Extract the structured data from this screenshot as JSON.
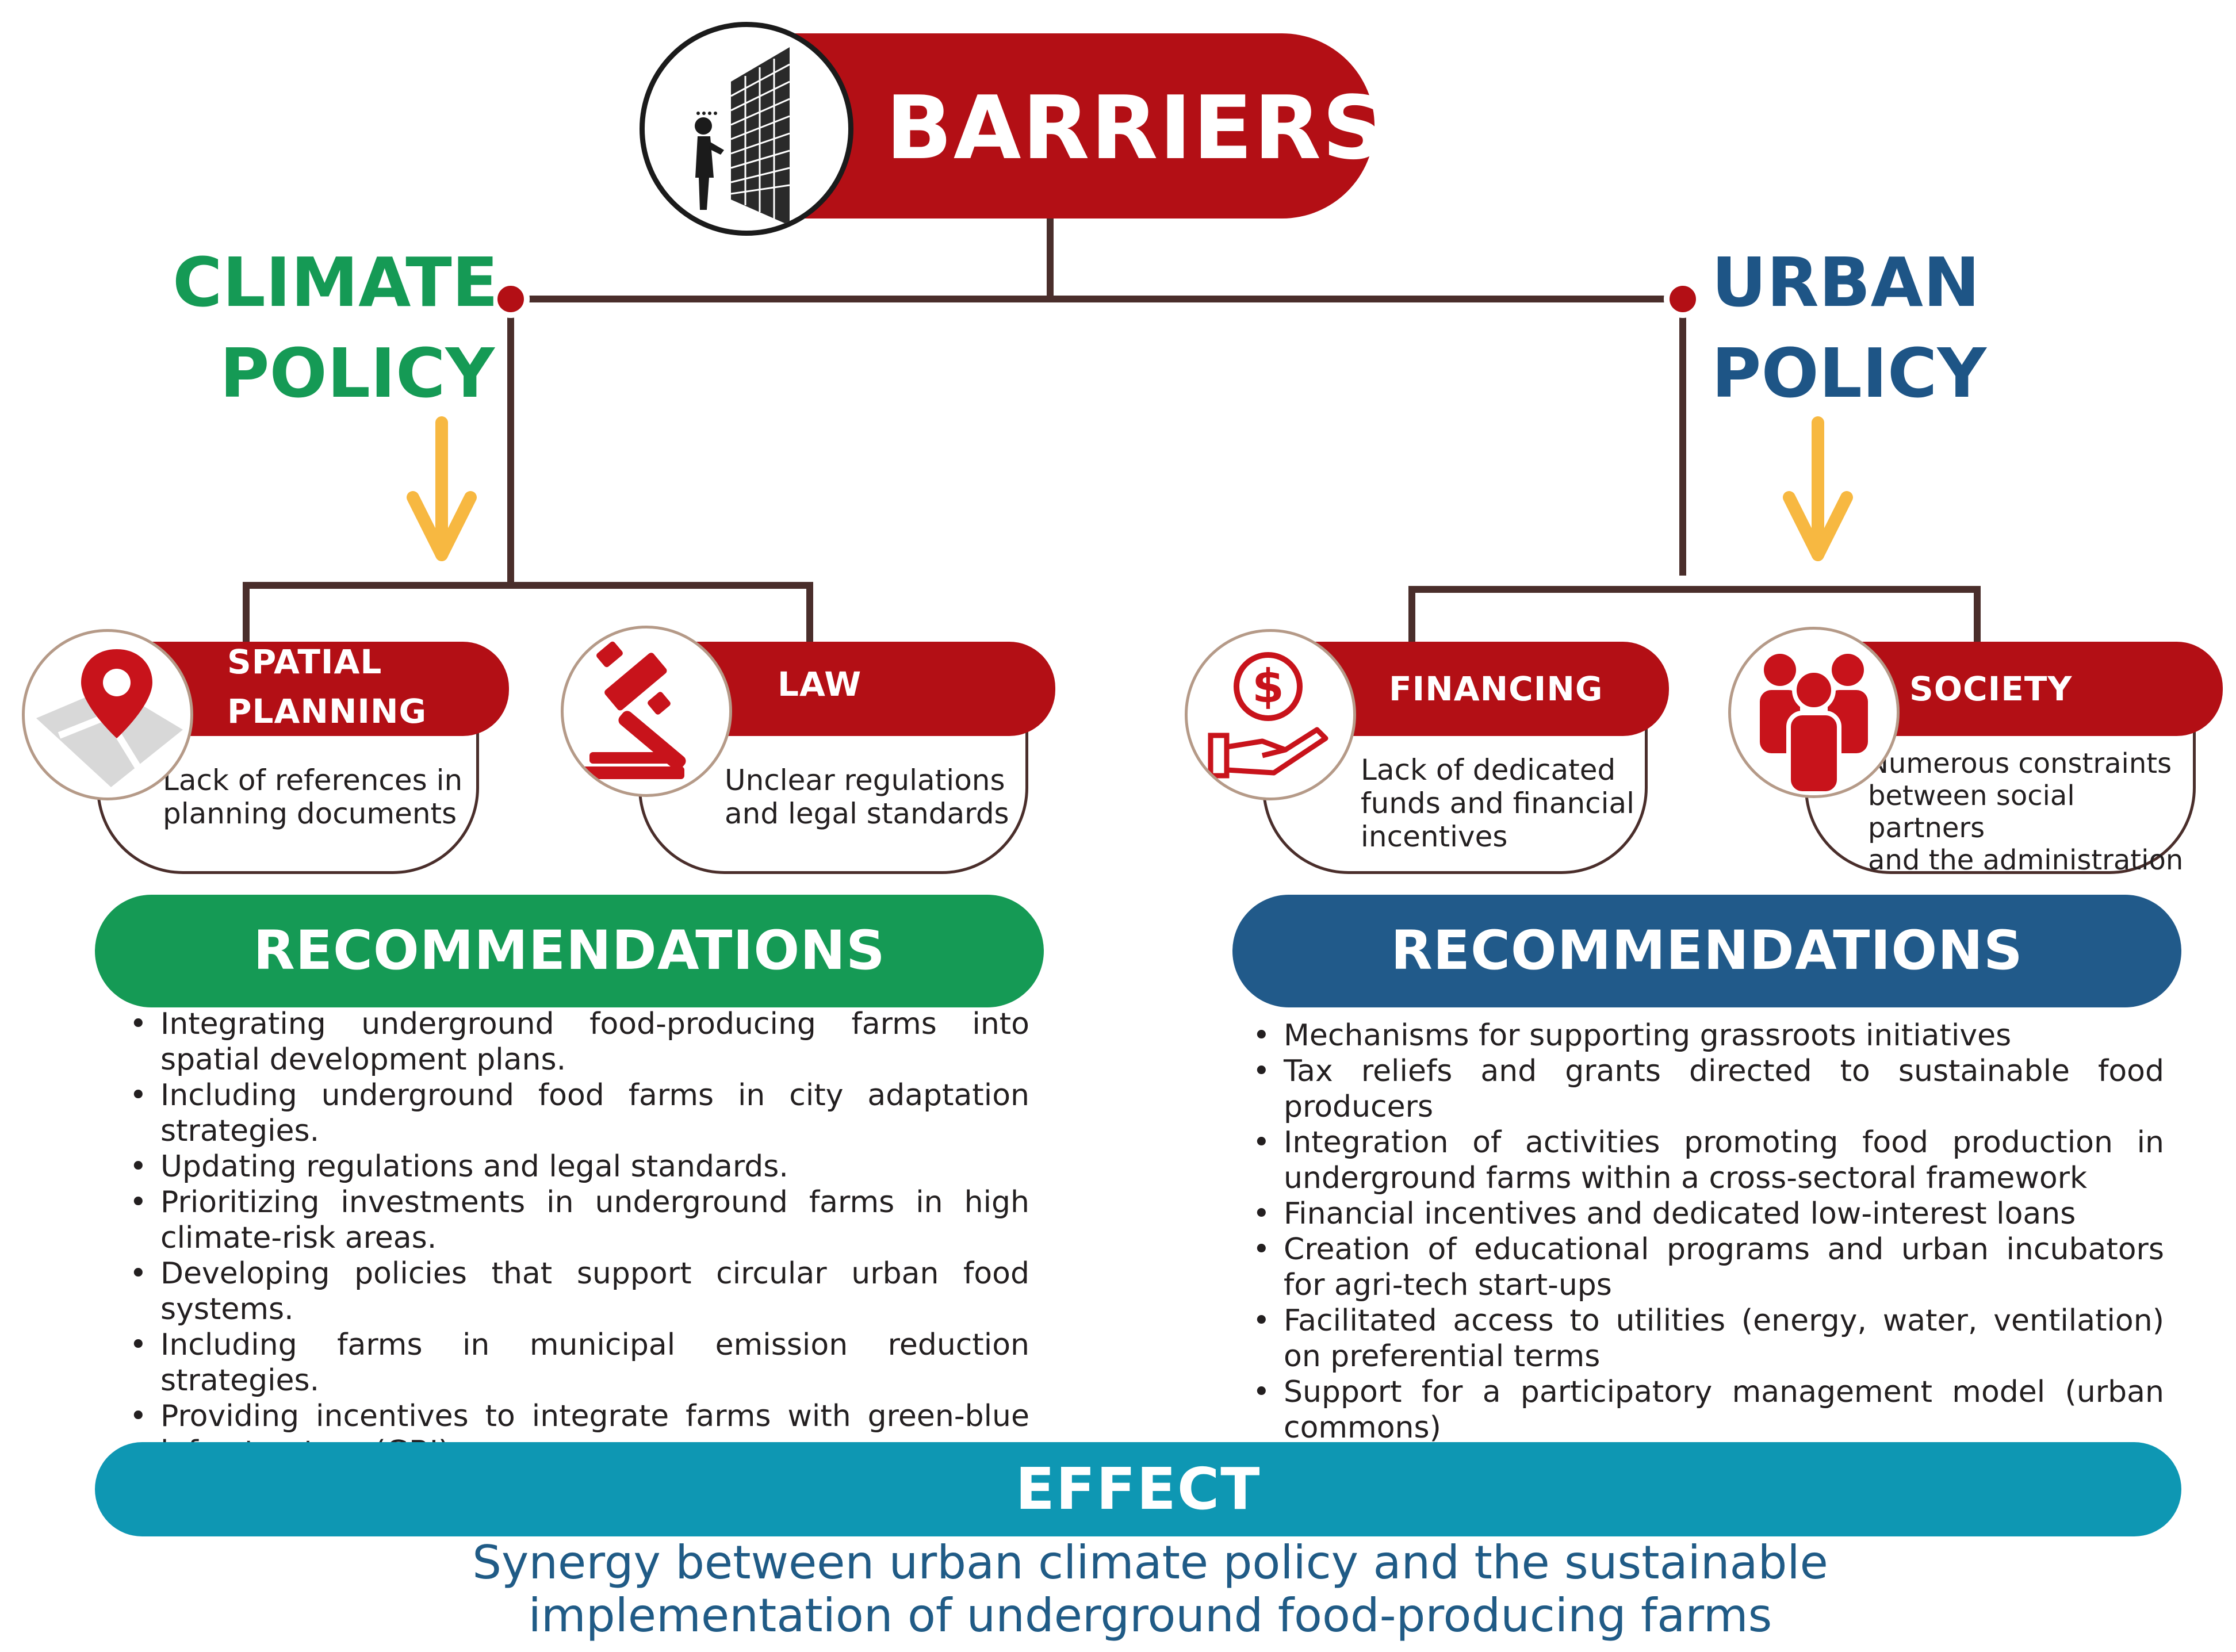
{
  "header": {
    "title": "BARRIERS",
    "icon": "person-facing-wall-icon"
  },
  "policies": {
    "climate": {
      "line1": "CLIMATE",
      "line2": "POLICY",
      "color": "#159a55"
    },
    "urban": {
      "line1": "URBAN",
      "line2": "POLICY",
      "color": "#1e5586"
    }
  },
  "barriers": [
    {
      "title_line1": "SPATIAL",
      "title_line2": "PLANNING",
      "text_line1": "Lack of references in",
      "text_line2": "planning documents",
      "icon": "map-pin-icon"
    },
    {
      "title": "LAW",
      "text_line1": "Unclear regulations",
      "text_line2": "and legal standards",
      "icon": "gavel-icon"
    },
    {
      "title": "FINANCING",
      "text_line1": "Lack of dedicated",
      "text_line2": "funds and financial",
      "text_line3": "incentives",
      "icon": "money-hand-icon"
    },
    {
      "title": "SOCIETY",
      "text_line1": "Numerous constraints",
      "text_line2": "between social partners",
      "text_line3": "and the administration",
      "icon": "people-group-icon"
    }
  ],
  "recommendations_left": {
    "title": "RECOMMENDATIONS",
    "items": [
      "Integrating underground food-producing farms into spatial development plans.",
      "Including underground food farms in city adaptation strategies.",
      "Updating regulations and legal standards.",
      "Prioritizing investments in underground farms in high climate-risk areas.",
      "Developing policies that support circular urban food systems.",
      "Including farms in municipal emission reduction strategies.",
      "Providing incentives to integrate farms with green-blue infrastructure (GBI)."
    ]
  },
  "recommendations_right": {
    "title": "RECOMMENDATIONS",
    "items": [
      "Mechanisms for supporting grassroots initiatives",
      "Tax reliefs and grants directed to sustainable food producers",
      "Integration of activities promoting food production in underground farms within a cross-sectoral framework",
      "Financial incentives and dedicated low-interest loans",
      "Creation of educational programs and urban incubators for agri-tech start-ups",
      "Facilitated access to utilities (energy, water, ventilation) on preferential terms",
      "Support for a participatory management model (urban commons)"
    ]
  },
  "effect": {
    "title": "EFFECT",
    "text_line1": "Synergy between urban climate policy and the sustainable",
    "text_line2": "implementation of underground food-producing farms"
  },
  "colors": {
    "red": "#b30f15",
    "green": "#159a55",
    "blue": "#215a8a",
    "teal": "#0e97b3",
    "connector": "#4a2e2b",
    "arrow": "#f7b841"
  }
}
